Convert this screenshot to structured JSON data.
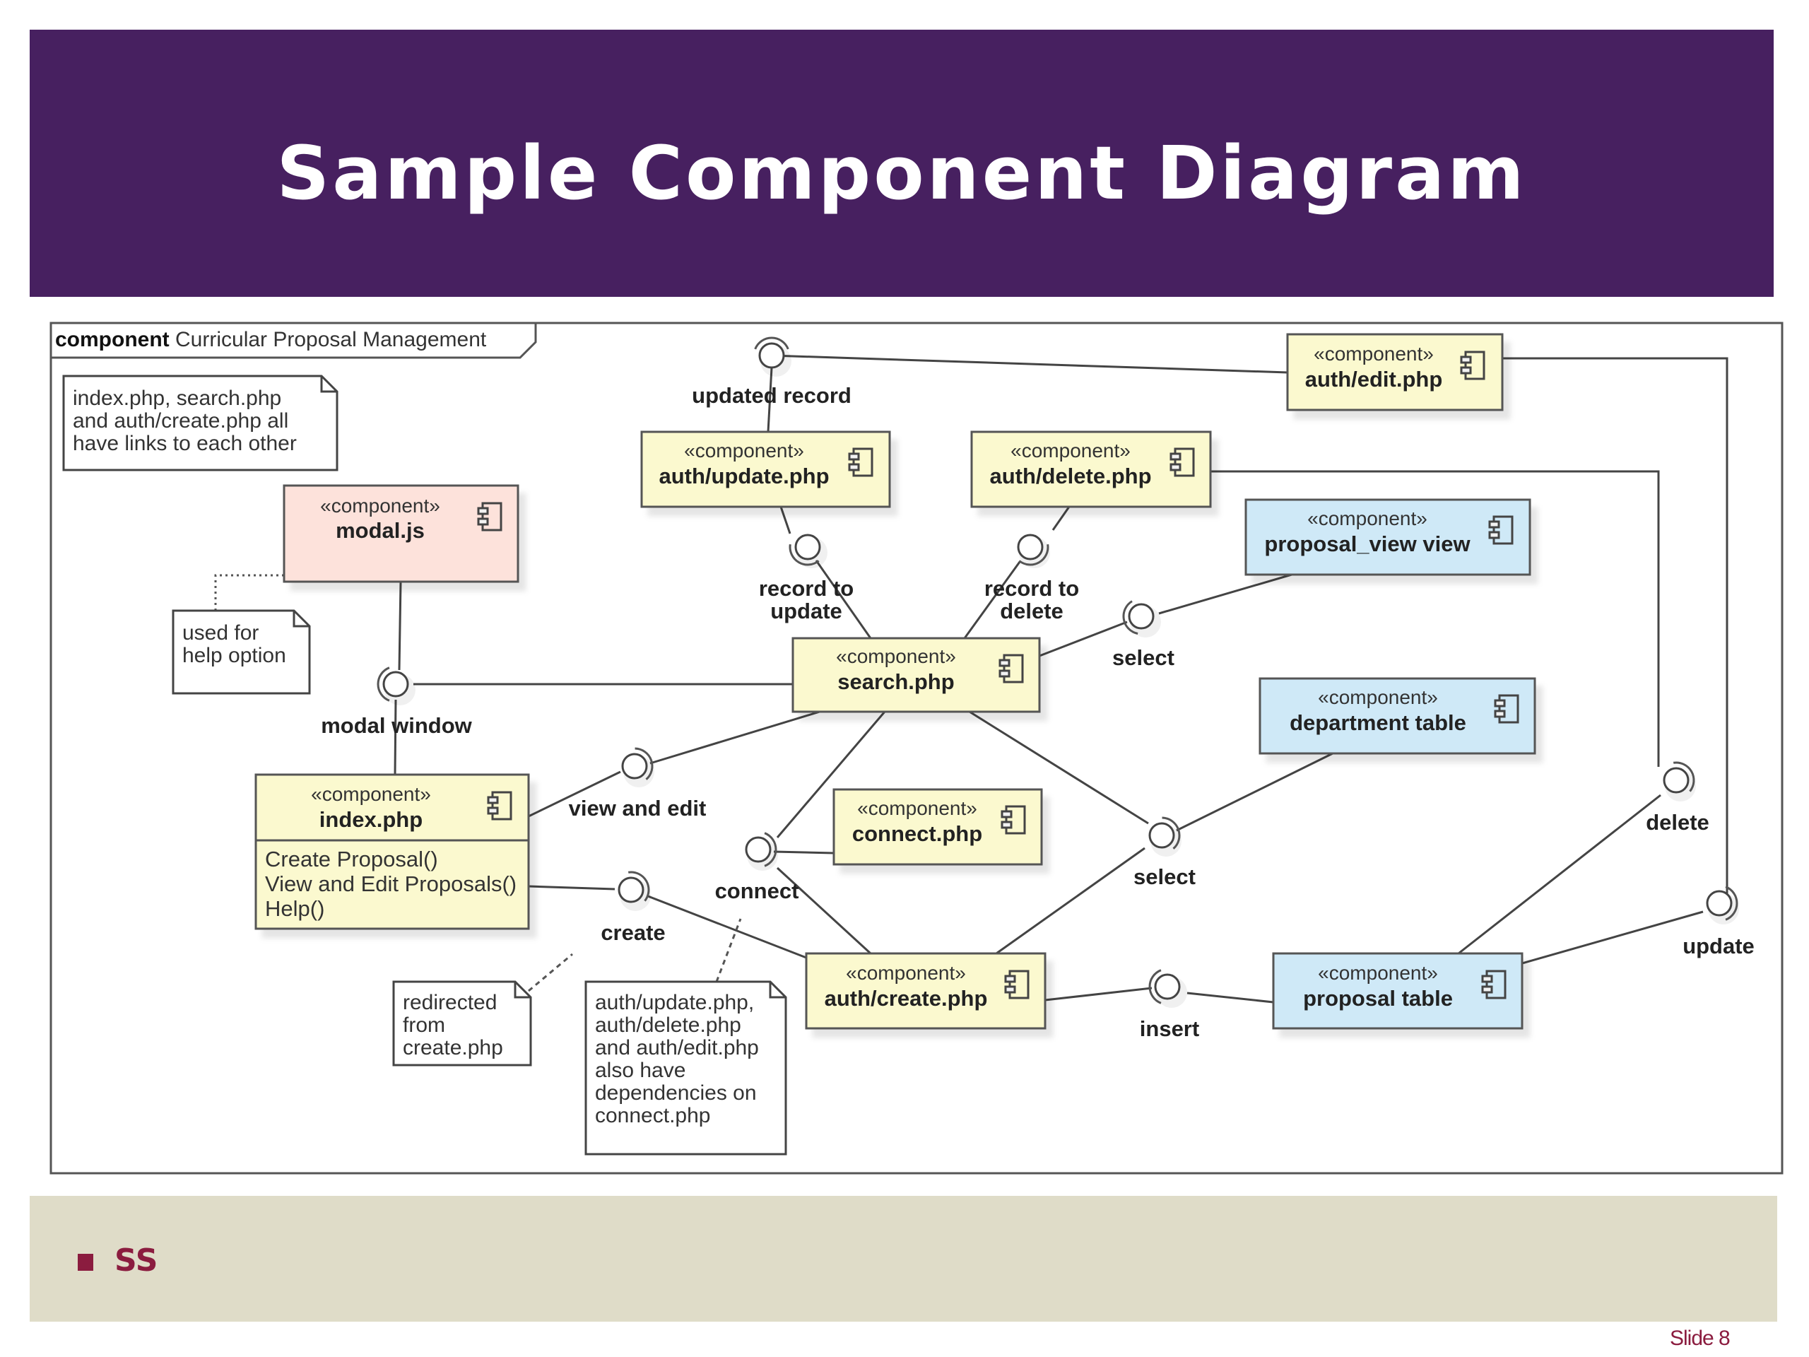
{
  "slide": {
    "title": "Sample Component Diagram",
    "bullet_text": "SS",
    "slide_number": "Slide 8",
    "colors": {
      "header_bg": "#472060",
      "footer_bg": "#dfdcc8",
      "accent": "#8b1c3f",
      "component_yellow": "#fbf9cf",
      "component_blue": "#cfe9f7",
      "component_pink": "#fde2db"
    }
  },
  "diagram": {
    "frame_keyword": "component",
    "frame_name": "Curricular Proposal Management",
    "stereotype": "«component»",
    "components": {
      "auth_edit": "auth/edit.php",
      "auth_update": "auth/update.php",
      "auth_delete": "auth/delete.php",
      "modal_js": "modal.js",
      "proposal_view": "proposal_view view",
      "search": "search.php",
      "department_table": "department table",
      "index": "index.php",
      "connect": "connect.php",
      "auth_create": "auth/create.php",
      "proposal_table": "proposal table"
    },
    "index_operations": [
      "Create Proposal()",
      "View and Edit Proposals()",
      "Help()"
    ],
    "interfaces": {
      "updated_record": "updated record",
      "record_to_update": [
        "record to",
        "update"
      ],
      "record_to_delete": [
        "record to",
        "delete"
      ],
      "select_top": "select",
      "modal_window": "modal window",
      "view_and_edit": "view and edit",
      "connect": "connect",
      "create": "create",
      "select_bottom": "select",
      "delete": "delete",
      "update": "update",
      "insert": "insert"
    },
    "notes": {
      "links": [
        "index.php, search.php",
        "and auth/create.php all",
        "have links to each other"
      ],
      "help": [
        "used for",
        "help option"
      ],
      "redirected": [
        "redirected",
        "from",
        "create.php"
      ],
      "dependencies": [
        "auth/update.php,",
        "auth/delete.php",
        "and auth/edit.php",
        "also have",
        "dependencies on",
        "connect.php"
      ]
    }
  }
}
